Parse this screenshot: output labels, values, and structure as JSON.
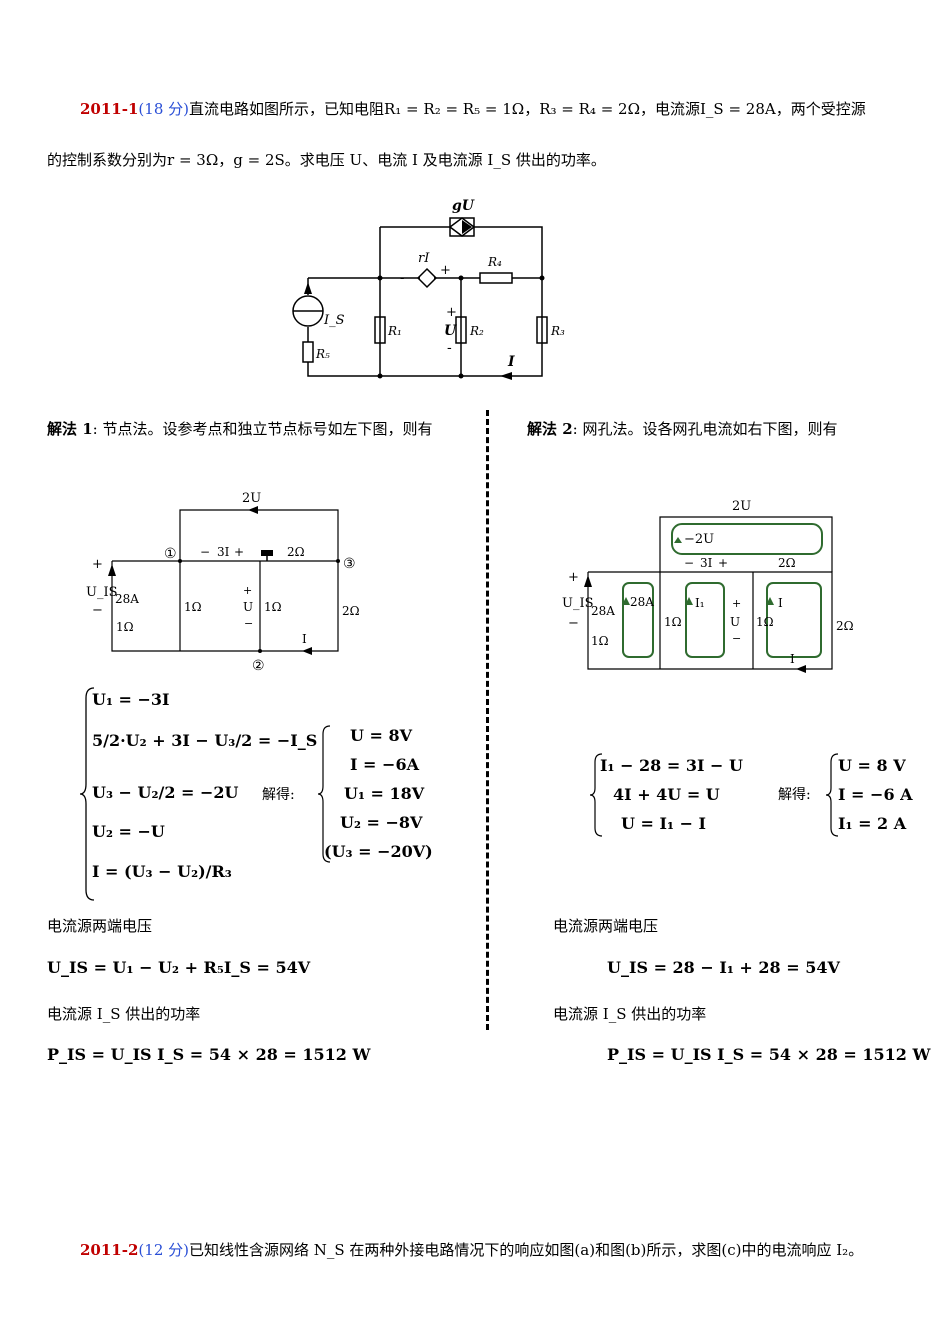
{
  "problem1": {
    "number": "2011-1",
    "score": "(18 分)",
    "line1": "直流电路如图所示，已知电阻R₁ = R₂ = R₅ = 1Ω，R₃ = R₄ = 2Ω，电流源I_S = 28A，两个受控源",
    "line2": "的控制系数分别为r = 3Ω，g = 2S。求电压 U、电流 I 及电流源 I_S 供出的功率。"
  },
  "circuit_main": {
    "gU": "gU",
    "rI": "rI",
    "R4": "R₄",
    "Is": "I_S",
    "R5": "R₅",
    "R1": "R₁",
    "U": "U",
    "R2": "R₂",
    "R3": "R₃",
    "I": "I",
    "minus": "-",
    "plus": "+"
  },
  "solution1": {
    "title": "解法 1",
    "text": ": 节点法。设参考点和独立节点标号如左下图，则有",
    "eqs": [
      "U₁ = −3I",
      "5/2·U₂ + 3I − U₃/2 = −I_S",
      "U₃ − U₂/2 = −2U",
      "U₂ = −U",
      "I = (U₃ − U₂)/R₃"
    ],
    "solve_label": "解得:",
    "results": [
      "U = 8V",
      "I = −6A",
      "U₁ = 18V",
      "U₂ = −8V",
      "(U₃ = −20V)"
    ],
    "voltage_label": "电流源两端电压",
    "voltage_eq": "U_IS = U₁ − U₂ + R₅I_S = 54V",
    "power_label": "电流源 I_S 供出的功率",
    "power_eq": "P_IS = U_IS I_S = 54 × 28 = 1512 W"
  },
  "solution2": {
    "title": "解法 2",
    "text": ": 网孔法。设各网孔电流如右下图，则有",
    "eqs": [
      "I₁ − 28 = 3I − U",
      "4I + 4U = U",
      "U = I₁ − I"
    ],
    "solve_label": "解得:",
    "results": [
      "U = 8 V",
      "I = −6 A",
      "I₁ = 2 A"
    ],
    "voltage_label": "电流源两端电压",
    "voltage_eq": "U_IS = 28 − I₁ + 28 = 54V",
    "power_label": "电流源 I_S 供出的功率",
    "power_eq": "P_IS = U_IS I_S = 54 × 28 = 1512 W"
  },
  "circuit_left": {
    "top": "2U",
    "n1": "①",
    "n2": "②",
    "n3": "③",
    "src": "3I",
    "r2": "2Ω",
    "uis": "U_IS",
    "a28": "28A",
    "r1a": "1Ω",
    "r1b": "1Ω",
    "r1c": "1Ω",
    "r2b": "2Ω",
    "u": "U",
    "i": "I",
    "plus": "+",
    "minus": "−"
  },
  "circuit_right": {
    "top": "2U",
    "mesh_top": "−2U",
    "src": "3I",
    "r2": "2Ω",
    "uis": "U_IS",
    "a28": "28A",
    "m28": "28A",
    "i1": "I₁",
    "i": "I",
    "r1a": "1Ω",
    "r1b": "1Ω",
    "r1c": "1Ω",
    "r2b": "2Ω",
    "u": "U",
    "ib": "I",
    "plus": "+",
    "minus": "−"
  },
  "problem2": {
    "number": "2011-2",
    "score": "(12 分)",
    "text": "已知线性含源网络 N_S 在两种外接电路情况下的响应如图(a)和图(b)所示，求图(c)中的电流响应 I₂。"
  }
}
